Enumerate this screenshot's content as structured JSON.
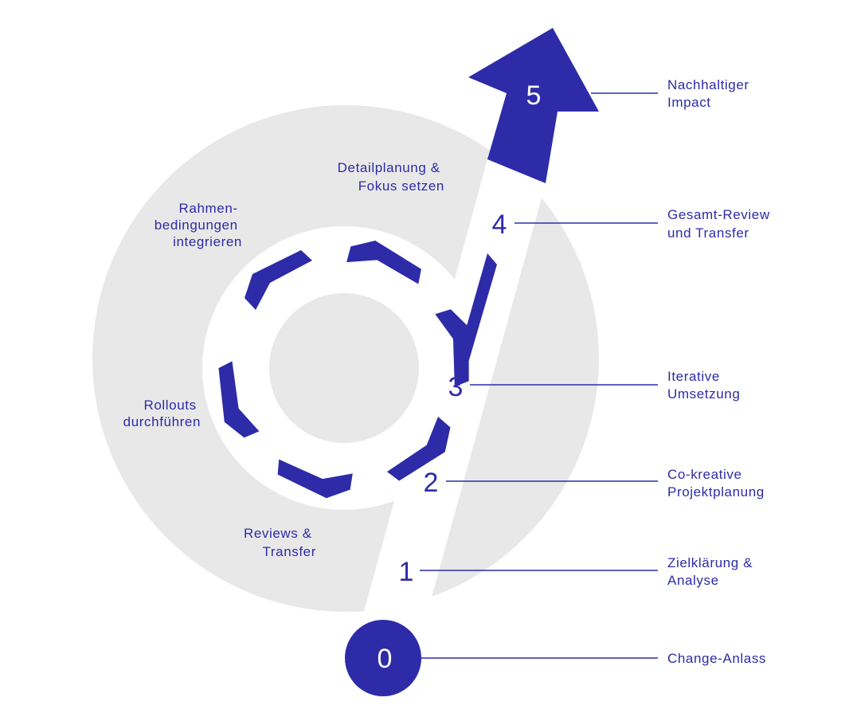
{
  "colors": {
    "primary": "#2e2ba8",
    "ring": "#e8e8e8",
    "background": "#ffffff"
  },
  "stages": [
    {
      "number": "0",
      "label_lines": [
        "Change-Anlass"
      ]
    },
    {
      "number": "1",
      "label_lines": [
        "Zielklärung &",
        "Analyse"
      ]
    },
    {
      "number": "2",
      "label_lines": [
        "Co-kreative",
        "Projektplanung"
      ]
    },
    {
      "number": "3",
      "label_lines": [
        "Iterative",
        "Umsetzung"
      ]
    },
    {
      "number": "4",
      "label_lines": [
        "Gesamt-Review",
        "und Transfer"
      ]
    },
    {
      "number": "5",
      "label_lines": [
        "Nachhaltiger",
        "Impact"
      ]
    }
  ],
  "cycle_labels": [
    {
      "lines": [
        "Detailplanung &",
        "Fokus setzen"
      ]
    },
    {
      "lines": [
        "Rahmen-",
        "bedingungen",
        "integrieren"
      ]
    },
    {
      "lines": [
        "Rollouts",
        "durchführen"
      ]
    },
    {
      "lines": [
        "Reviews &",
        "Transfer"
      ]
    }
  ]
}
